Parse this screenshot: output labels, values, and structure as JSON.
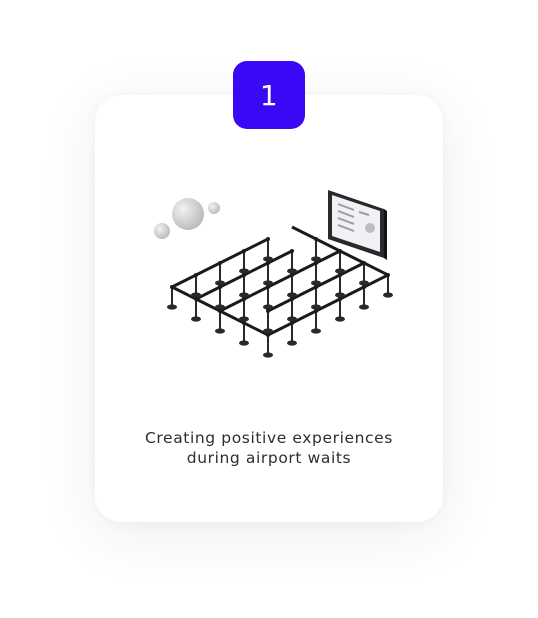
{
  "step": {
    "number": "1",
    "accent_color": "#3a08f4"
  },
  "card": {
    "illustration_icon": "airport-queue-stanchions-icon",
    "caption_line_1": "Creating positive experiences",
    "caption_line_2": "during airport waits"
  }
}
